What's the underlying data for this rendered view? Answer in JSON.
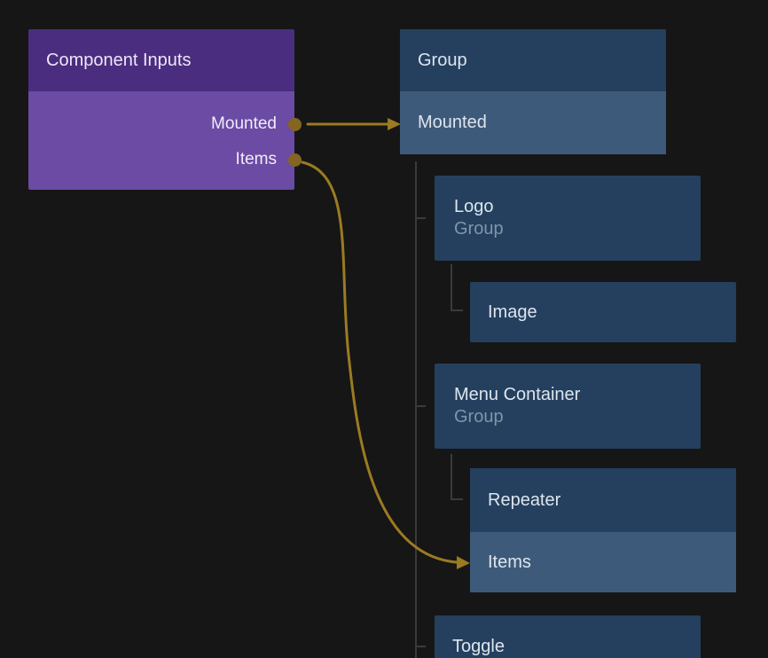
{
  "colors": {
    "background": "#161616",
    "purple_node_header": "#4b2d80",
    "purple_node_body": "#6b4ba4",
    "blue_node": "#24405e",
    "blue_node_row": "#3e5a7a",
    "wire": "#9b7b22",
    "port": "#83661f",
    "tree_line": "#3b3b3b",
    "text_primary": "#dde5ee",
    "text_secondary": "#7f95aa"
  },
  "component_inputs": {
    "title": "Component Inputs",
    "outputs": [
      {
        "label": "Mounted"
      },
      {
        "label": "Items"
      }
    ]
  },
  "layers": {
    "group": {
      "title": "Group",
      "input": "Mounted"
    },
    "logo": {
      "title": "Logo",
      "subtitle": "Group"
    },
    "image": {
      "title": "Image"
    },
    "menu_container": {
      "title": "Menu Container",
      "subtitle": "Group"
    },
    "repeater": {
      "title": "Repeater",
      "input": "Items"
    },
    "toggle": {
      "title": "Toggle"
    }
  },
  "connections": [
    {
      "from": "Component Inputs.Mounted",
      "to": "Group.Mounted"
    },
    {
      "from": "Component Inputs.Items",
      "to": "Repeater.Items"
    }
  ]
}
